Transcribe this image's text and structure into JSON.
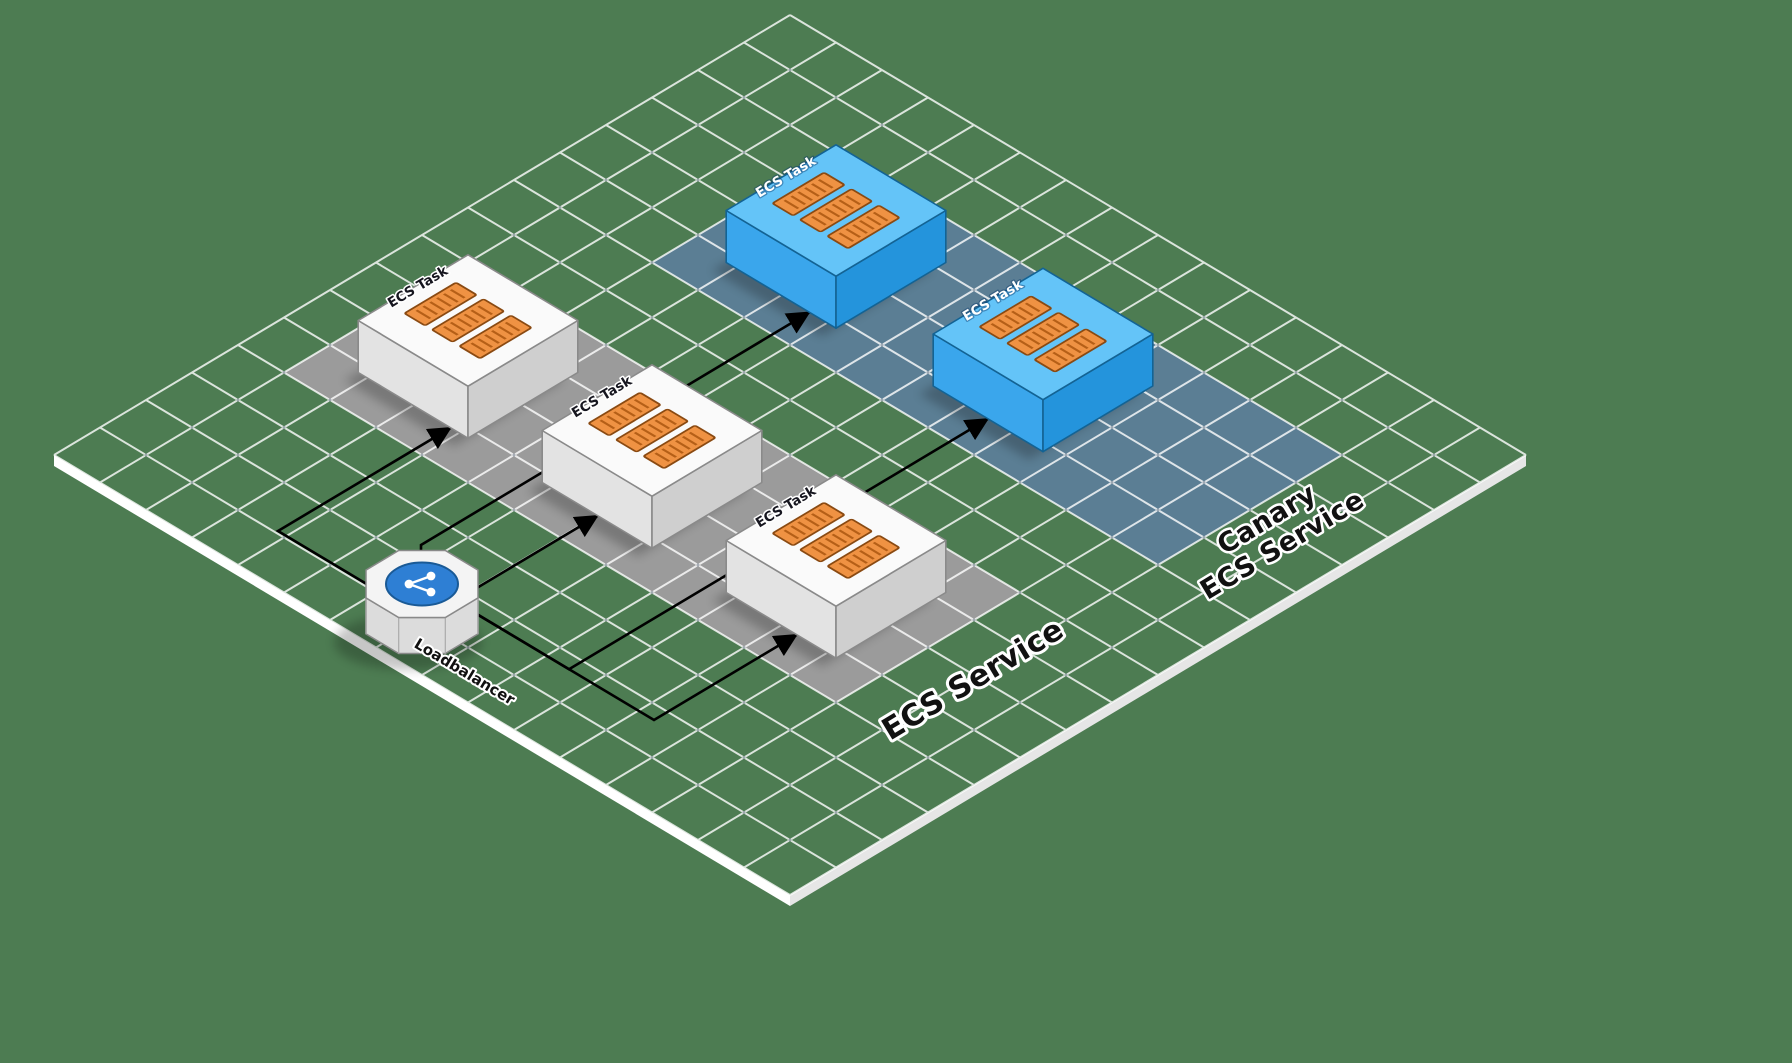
{
  "nodes": [
    {
      "id": "ecs-task-1",
      "label": "ECS Task",
      "group": "ECS Service"
    },
    {
      "id": "ecs-task-2",
      "label": "ECS Task",
      "group": "ECS Service"
    },
    {
      "id": "ecs-task-3",
      "label": "ECS Task",
      "group": "ECS Service"
    },
    {
      "id": "canary-ecs-task-1",
      "label": "ECS Task",
      "group": "Canary ECS Service"
    },
    {
      "id": "canary-ecs-task-2",
      "label": "ECS Task",
      "group": "Canary ECS Service"
    }
  ],
  "loadbalancer": {
    "id": "loadbalancer",
    "label": "Loadbalancer"
  },
  "groups": [
    {
      "id": "ecs-service",
      "label": "ECS Service"
    },
    {
      "id": "canary-ecs-service",
      "label": "Canary ECS Service",
      "lines": [
        "Canary",
        "ECS Service"
      ]
    }
  ],
  "edges": [
    {
      "from": "loadbalancer",
      "to": "ecs-task-1"
    },
    {
      "from": "loadbalancer",
      "to": "ecs-task-2"
    },
    {
      "from": "loadbalancer",
      "to": "ecs-task-3"
    },
    {
      "from": "loadbalancer",
      "to": "canary-ecs-task-1"
    },
    {
      "from": "loadbalancer",
      "to": "canary-ecs-task-2"
    }
  ],
  "colors": {
    "background": "#4d7c52",
    "grid_line": "#ffffff",
    "grid_dot": "#0a1f3c",
    "platform_edge": "#ffffff",
    "platform_edge_side": "#e6e6e6",
    "service_band": "#9b9b9b",
    "canary_band": "#5b7e94",
    "task_top": "#fafafa",
    "task_left": "#e3e3e3",
    "task_right": "#cfcfcf",
    "task_stroke": "#8a8a8a",
    "canary_top": "#64c4f8",
    "canary_left": "#3aa6ec",
    "canary_right": "#2494dc",
    "canary_stroke": "#136394",
    "container_fill": "#ef9243",
    "container_stripe": "#b55f17",
    "container_stroke": "#8a4a12",
    "lb_circle": "#2e7fd4",
    "lb_top": "#f4f4f4",
    "lb_side": "#dcdcdc",
    "lb_stroke": "#8a8a8a",
    "arrow": "#000000",
    "label_dark": "#111111",
    "label_light": "#ffffff"
  }
}
